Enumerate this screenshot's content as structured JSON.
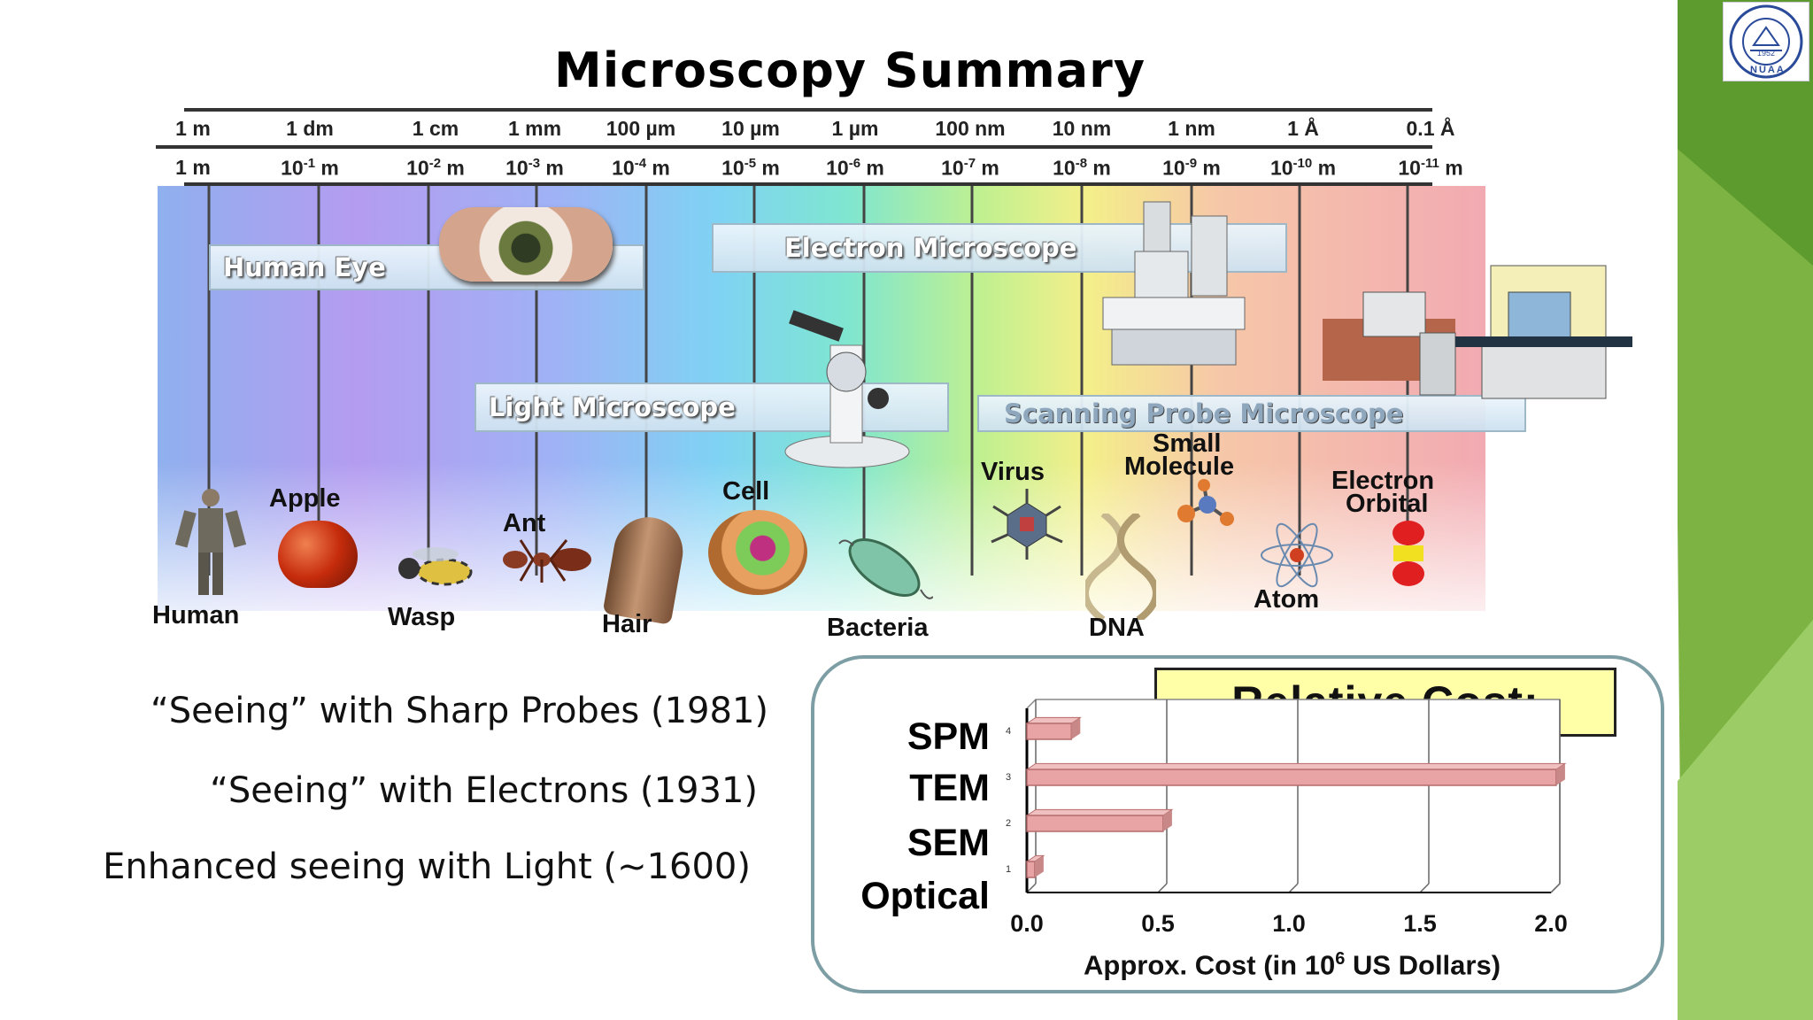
{
  "slide": {
    "title": "Microscopy Summary",
    "logo_text": "NUAA",
    "logo_year": "1952"
  },
  "scale": {
    "units": [
      "1 m",
      "1 dm",
      "1 cm",
      "1 mm",
      "100 µm",
      "10 µm",
      "1 µm",
      "100 nm",
      "10 nm",
      "1 nm",
      "1 Å",
      "0.1 Å"
    ],
    "powers_base": "10",
    "powers_exp": [
      "",
      "-1",
      "-2",
      "-3",
      "-4",
      "-5",
      "-6",
      "-7",
      "-8",
      "-9",
      "-10",
      "-11"
    ],
    "first_power_label": "1 m",
    "power_unit": "m"
  },
  "bands": {
    "human_eye": "Human Eye",
    "electron_microscope": "Electron Microscope",
    "light_microscope": "Light Microscope",
    "scanning_probe_microscope": "Scanning Probe Microscope"
  },
  "objects": {
    "human": "Human",
    "apple": "Apple",
    "wasp": "Wasp",
    "ant": "Ant",
    "hair": "Hair",
    "cell": "Cell",
    "bacteria": "Bacteria",
    "virus": "Virus",
    "dna": "DNA",
    "small_molecule_1": "Small",
    "small_molecule_2": "Molecule",
    "atom": "Atom",
    "electron_orbital_1": "Electron",
    "electron_orbital_2": "Orbital"
  },
  "statements": {
    "probes": "“Seeing” with Sharp Probes (1981)",
    "electrons": "“Seeing” with Electrons (1931)",
    "light": "Enhanced seeing with Light (~1600)"
  },
  "colors": {
    "bar_fill": "#e8a4a4",
    "bar_edge": "#b56b6b",
    "cost_title_bg": "#ffffa8",
    "slide_green": "#7cb342"
  },
  "chart_data": {
    "type": "bar",
    "orientation": "horizontal",
    "title": "Relative Cost:",
    "categories": [
      "SPM",
      "TEM",
      "SEM",
      "Optical"
    ],
    "category_levels": [
      "4",
      "3",
      "2",
      "1"
    ],
    "values": [
      0.17,
      2.02,
      0.52,
      0.03
    ],
    "xlabel_prefix": "Approx. Cost (in 10",
    "xlabel_sup": "6",
    "xlabel_suffix": " US Dollars)",
    "xlim": [
      0.0,
      2.0
    ],
    "xticks": [
      "0.0",
      "0.5",
      "1.0",
      "1.5",
      "2.0"
    ],
    "grid": true,
    "legend": "none"
  }
}
